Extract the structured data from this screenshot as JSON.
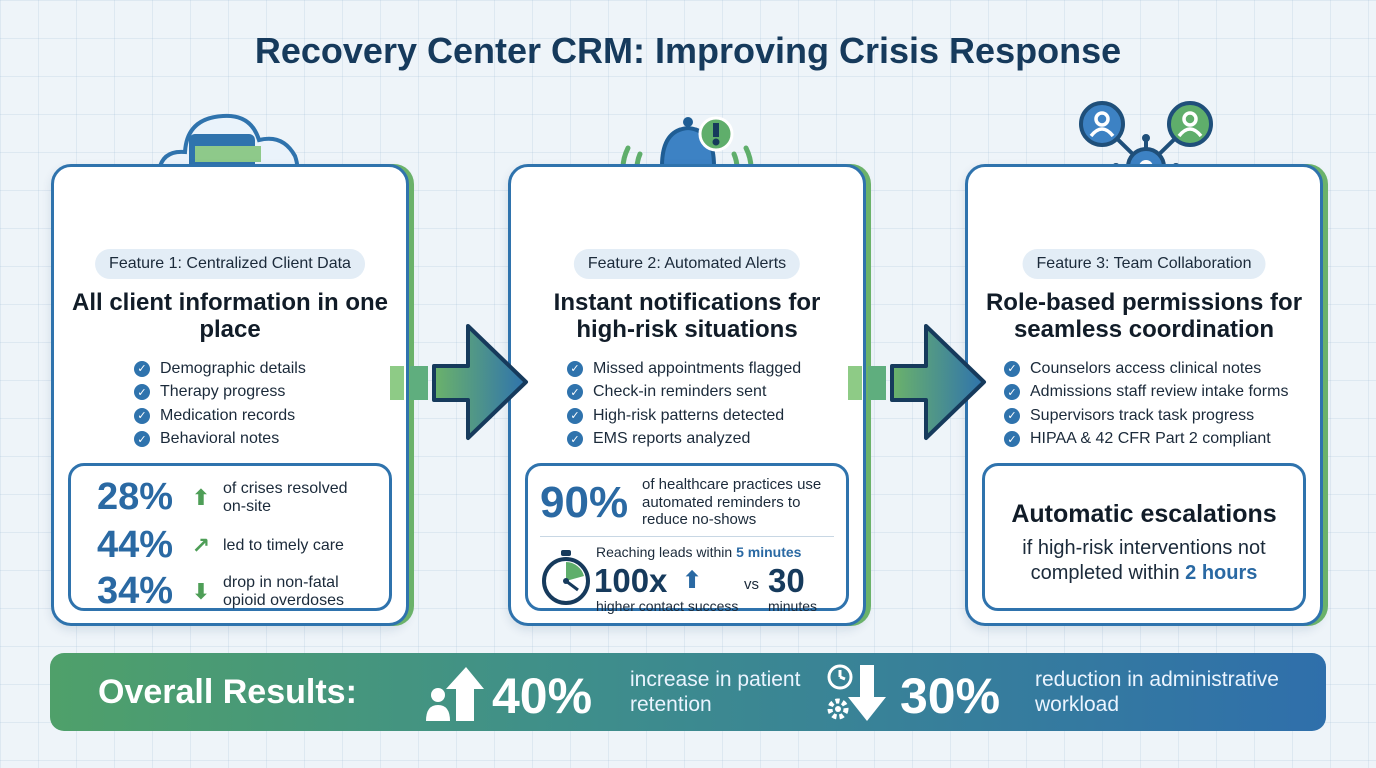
{
  "title": "Recovery Center CRM: Improving Crisis Response",
  "colors": {
    "primary_blue": "#2f73ad",
    "accent_green": "#6bb26a",
    "title_navy": "#163a5c"
  },
  "features": [
    {
      "pill": "Feature 1: Centralized Client Data",
      "headline": "All client information in one place",
      "icon": "cloud-folder-medical-icon",
      "items": [
        "Demographic details",
        "Therapy progress",
        "Medication records",
        "Behavioral notes"
      ],
      "stats": [
        {
          "value": "28%",
          "arrow": "up",
          "text": "of crises resolved on-site"
        },
        {
          "value": "44%",
          "arrow": "up-right",
          "text": "led to timely care"
        },
        {
          "value": "34%",
          "arrow": "down",
          "text": "drop in non-fatal opioid overdoses"
        }
      ]
    },
    {
      "pill": "Feature 2: Automated Alerts",
      "headline": "Instant notifications for high-risk situations",
      "icon": "alert-bell-icon",
      "items": [
        "Missed appointments flagged",
        "Check-in reminders sent",
        "High-risk patterns detected",
        "EMS reports analyzed"
      ],
      "stat_main": {
        "value": "90%",
        "text": "of healthcare practices use automated reminders to reduce no-shows"
      },
      "leads": {
        "label": "Reaching leads within",
        "highlight": "5 minutes",
        "value": "100x",
        "sub": "higher contact success",
        "vs": "vs",
        "compare_value": "30",
        "compare_unit": "minutes"
      }
    },
    {
      "pill": "Feature 3: Team Collaboration",
      "headline": "Role-based permissions for seamless coordination",
      "icon": "team-network-icon",
      "items": [
        "Counselors access clinical notes",
        "Admissions staff review intake forms",
        "Supervisors track task progress",
        "HIPAA & 42 CFR Part 2 compliant"
      ],
      "escalation": {
        "title": "Automatic escalations",
        "text": "if high-risk interventions not completed within",
        "highlight": "2 hours"
      }
    }
  ],
  "results": {
    "label": "Overall Results:",
    "items": [
      {
        "value": "40%",
        "text": "increase in patient retention",
        "icon": "user-up-arrow-icon"
      },
      {
        "value": "30%",
        "text": "reduction in administrative workload",
        "icon": "clock-gear-down-arrow-icon"
      }
    ]
  }
}
